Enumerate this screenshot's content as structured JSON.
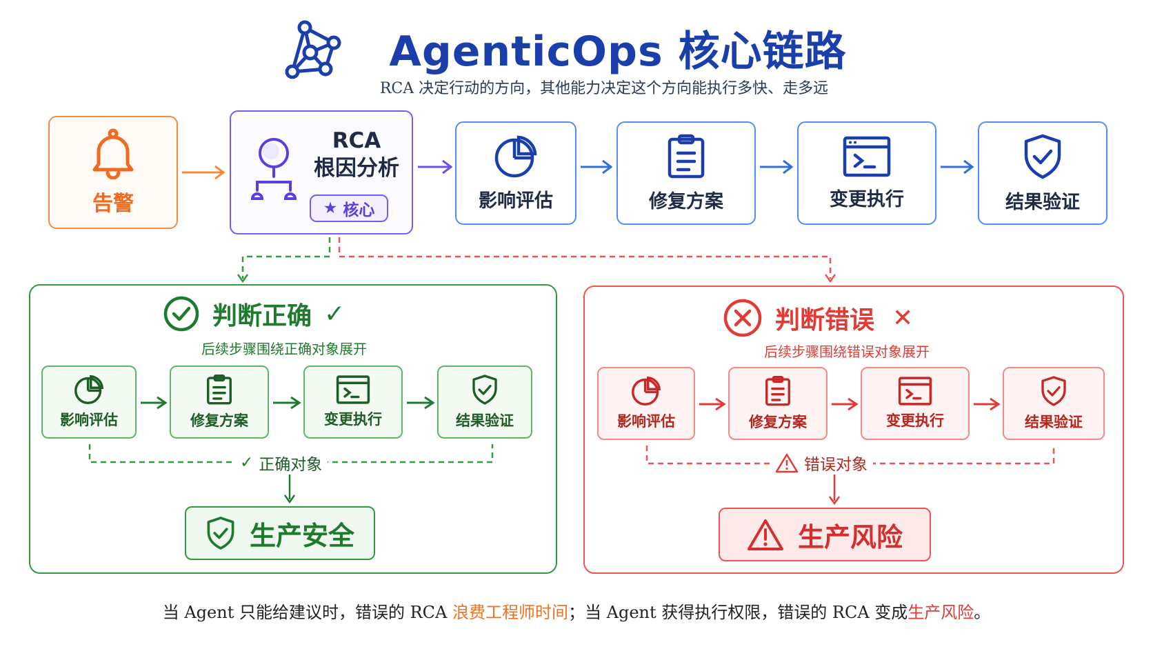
{
  "title": "AgenticOps 核心链路",
  "subtitle": "RCA 决定行动的方向，其他能力决定这个方向能执行多快、走多远",
  "colors": {
    "title_blue": "#1a3faa",
    "alert_orange": "#f06a1f",
    "rca_purple": "#7a5af5",
    "step_blue": "#4f8ef7",
    "good_green": "#2f9a3c",
    "bad_red": "#e23b36"
  },
  "flow": {
    "alert": {
      "label": "告警",
      "icon": "bell-icon"
    },
    "rca": {
      "label": "RCA\n根因分析",
      "badge": "核心",
      "icon": "root-cause-icon"
    },
    "steps": [
      {
        "label": "影响评估",
        "icon": "pie-chart-icon"
      },
      {
        "label": "修复方案",
        "icon": "clipboard-icon"
      },
      {
        "label": "变更执行",
        "icon": "terminal-icon"
      },
      {
        "label": "结果验证",
        "icon": "shield-check-icon"
      }
    ]
  },
  "good": {
    "title": "判断正确",
    "mark": "✓",
    "subtitle": "后续步骤围绕正确对象展开",
    "steps": [
      "影响评估",
      "修复方案",
      "变更执行",
      "结果验证"
    ],
    "target": "正确对象",
    "result": "生产安全"
  },
  "bad": {
    "title": "判断错误",
    "mark": "✕",
    "subtitle": "后续步骤围绕错误对象展开",
    "steps": [
      "影响评估",
      "修复方案",
      "变更执行",
      "结果验证"
    ],
    "target": "错误对象",
    "result": "生产风险"
  },
  "footer": {
    "part1": "当 Agent 只能给建议时，错误的 RCA ",
    "highlight1": "浪费工程师时间",
    "part2": "；当 Agent 获得执行权限，错误的 RCA 变成",
    "highlight2": "生产风险",
    "part3": "。"
  }
}
